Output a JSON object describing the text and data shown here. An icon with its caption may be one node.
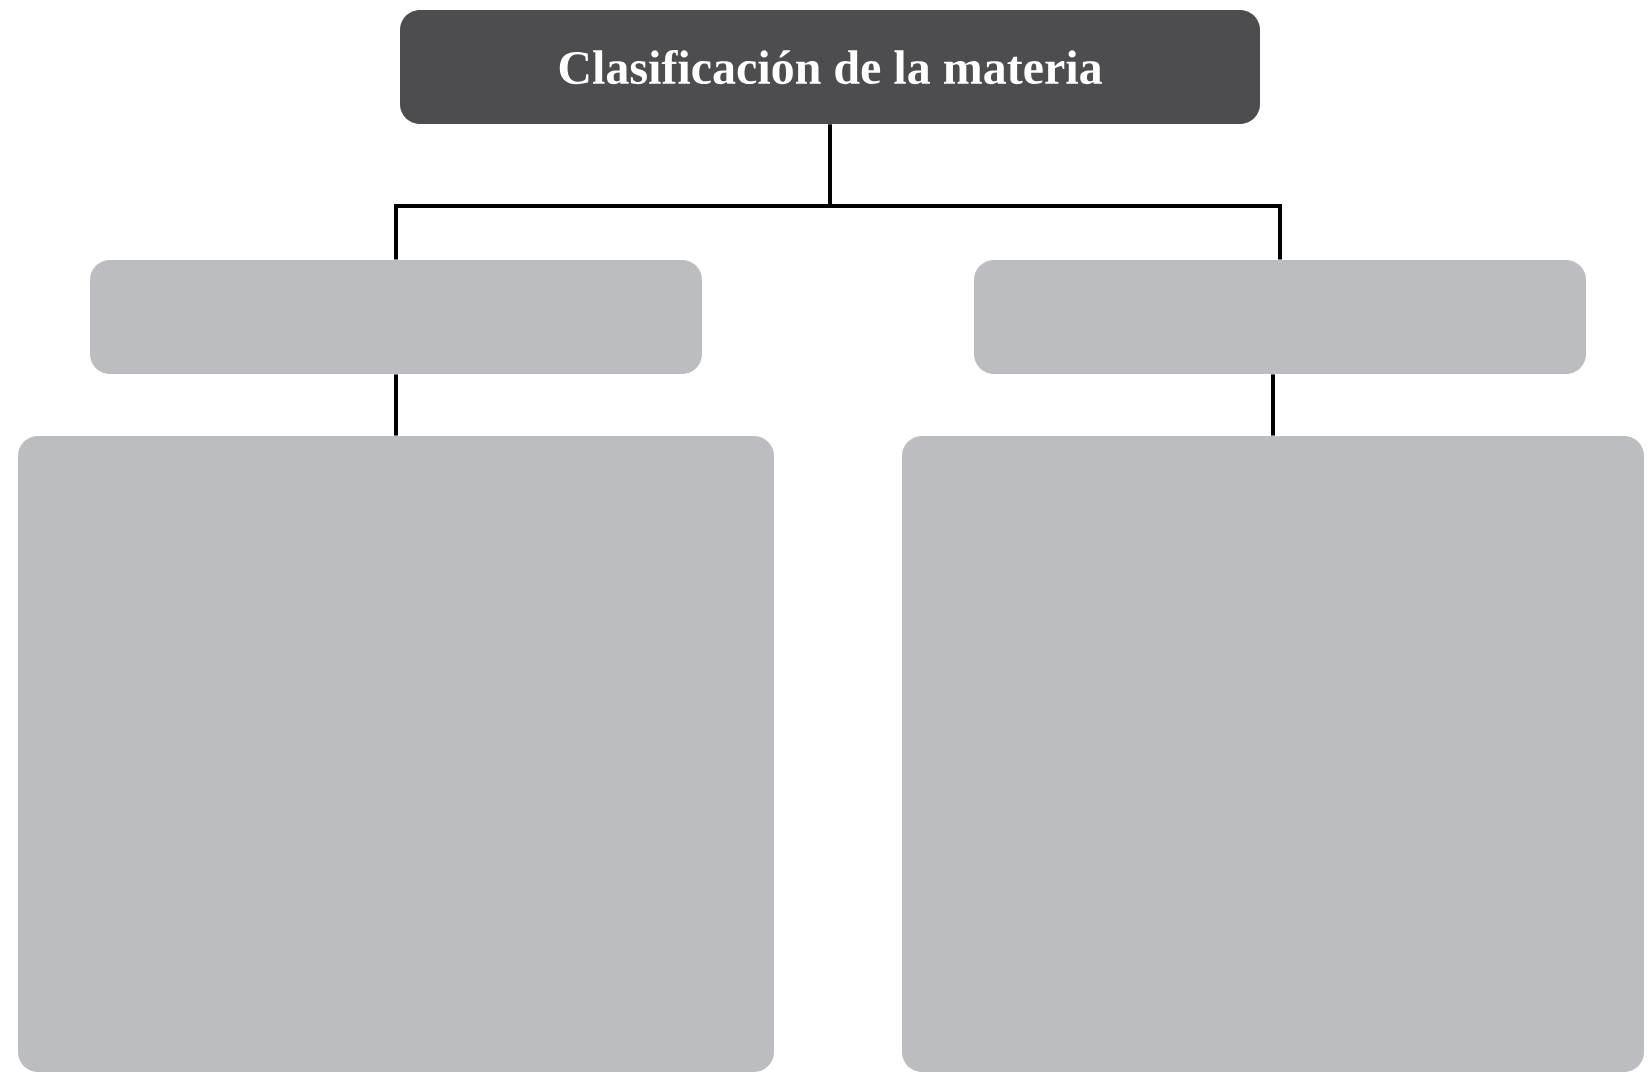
{
  "diagram": {
    "nodes": [
      {
        "text": [
          "Clasificación de la materia"
        ]
      },
      {
        "text": [],
        "shape": "box"
      },
      {
        "text": [],
        "shape": "box"
      },
      {
        "text": [],
        "shape": "box"
      },
      {
        "text": [],
        "shape": "box"
      }
    ],
    "edges": [
      {
        "from": 0,
        "to": 1,
        "arrow": "none"
      },
      {
        "from": 0,
        "to": 2,
        "arrow": "none"
      },
      {
        "from": 1,
        "to": 3,
        "arrow": "none"
      },
      {
        "from": 2,
        "to": 4,
        "arrow": "none"
      }
    ]
  }
}
